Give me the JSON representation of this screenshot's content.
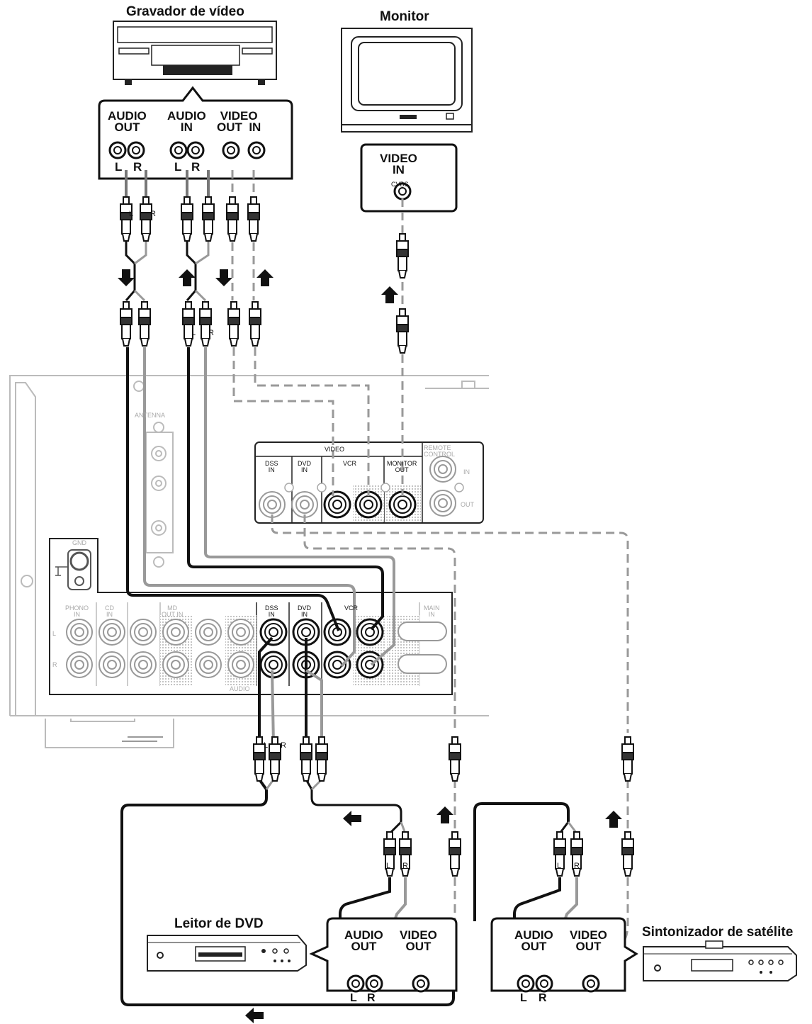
{
  "devices": {
    "vcr_title": "Gravador de vídeo",
    "monitor_title": "Monitor",
    "dvd_title": "Leitor de DVD",
    "sat_title": "Sintonizador de satélite"
  },
  "vcr_panel": {
    "audio_out": "AUDIO\nOUT",
    "audio_in": "AUDIO\nIN",
    "video": "VIDEO\nOUT  IN",
    "l": "L",
    "r": "R"
  },
  "monitor_panel": {
    "video_in": "VIDEO\nIN",
    "cvbs": "CVBS"
  },
  "dvd_panel": {
    "audio_out": "AUDIO\nOUT",
    "video_out": "VIDEO\nOUT",
    "l": "L",
    "r": "R"
  },
  "sat_panel": {
    "audio_out": "AUDIO\nOUT",
    "video_out": "VIDEO\nOUT",
    "l": "L",
    "r": "R"
  },
  "receiver": {
    "antenna": "ANTENNA",
    "video_header": "VIDEO",
    "dss_in": "DSS\nIN",
    "dvd_in": "DVD\nIN",
    "vcr": "VCR",
    "monitor_out": "MONITOR\nOUT",
    "remote_control": "REMOTE\nCONTROL",
    "in": "IN",
    "out": "OUT",
    "gnd": "GND",
    "phono_in": "PHONO\nIN",
    "cd_in": "CD\nIN",
    "md_out_in": "MD\nOUT IN",
    "audio": "AUDIO",
    "l": "L",
    "r": "R",
    "main_in": "MAIN\nIN"
  },
  "plug_labels": {
    "l": "L",
    "r": "R"
  }
}
